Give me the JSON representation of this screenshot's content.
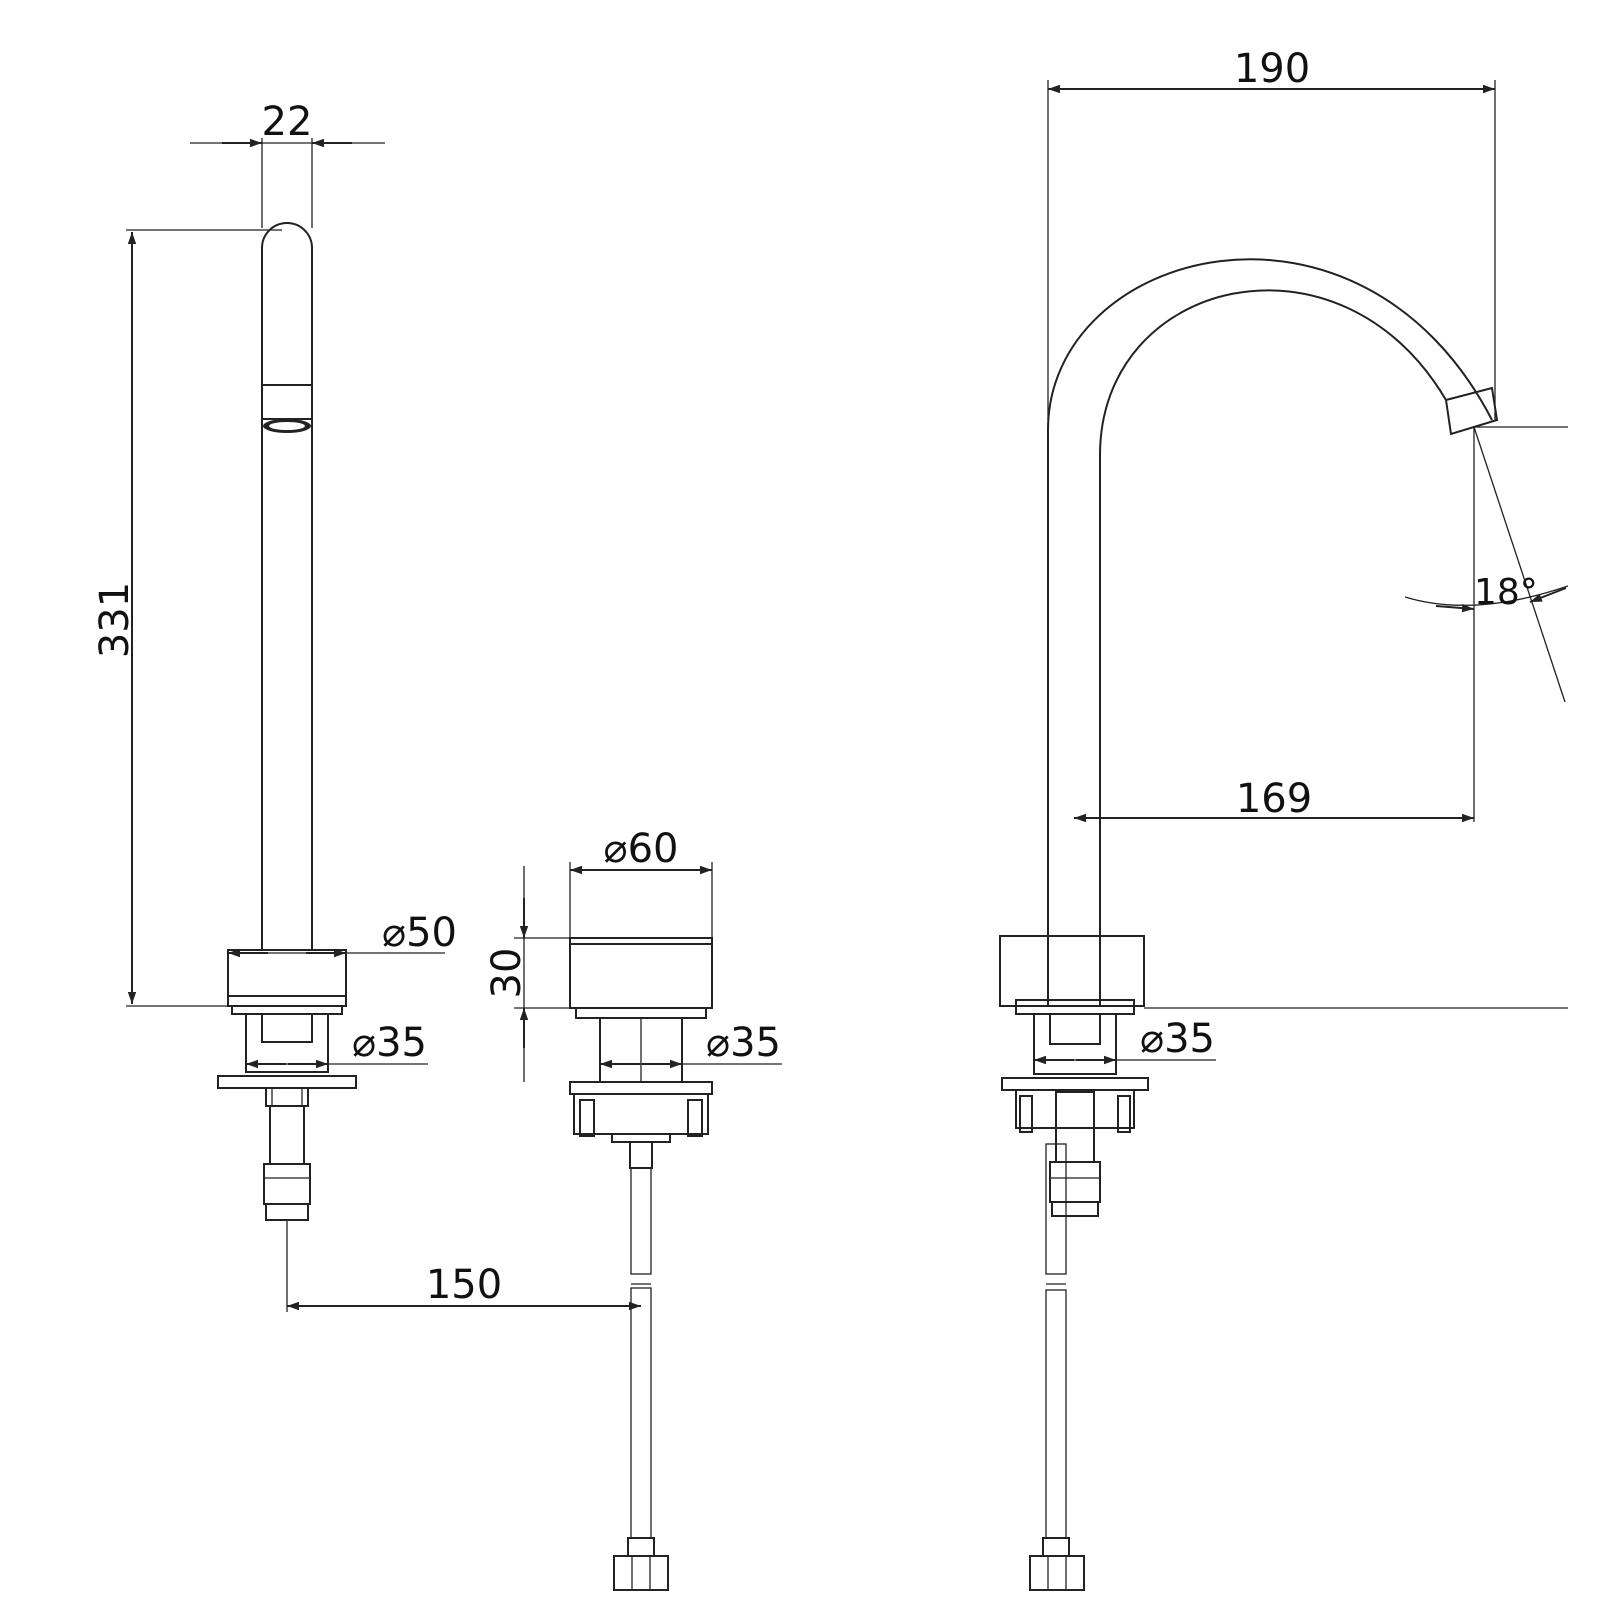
{
  "dimensions": {
    "spout_width": "22",
    "spout_height": "331",
    "spout_base_diameter": "⌀50",
    "spout_shank_diameter": "⌀35",
    "handle_diameter": "⌀60",
    "handle_height": "30",
    "handle_shank_diameter": "⌀35",
    "center_distance": "150",
    "spout_reach_total": "190",
    "spout_reach_outlet": "169",
    "outlet_angle": "18°",
    "side_shank_diameter": "⌀35"
  },
  "colors": {
    "line": "#222222",
    "background": "#ffffff"
  }
}
